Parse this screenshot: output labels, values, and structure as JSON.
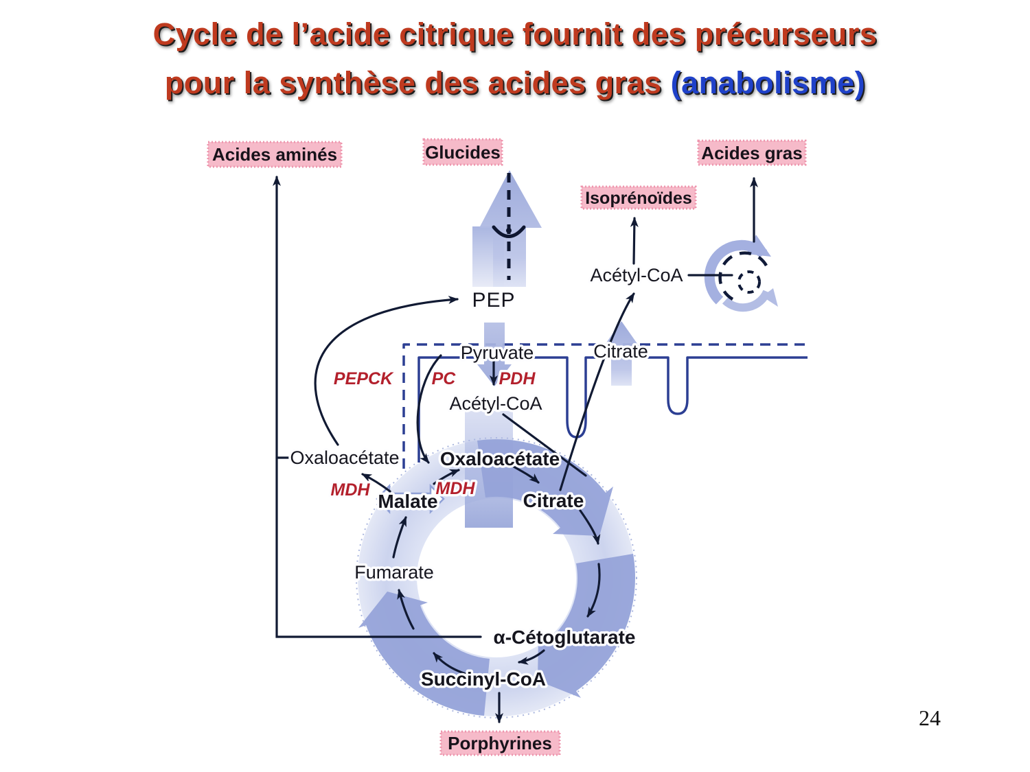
{
  "slide": {
    "title_line1": "Cycle de l’acide citrique fournit des précurseurs",
    "title_line2_main": "pour la synthèse des acides gras ",
    "title_line2_accent": "(anabolisme)",
    "page_number": "24"
  },
  "colors": {
    "title_red": "#bf3a1f",
    "title_blue": "#1f41c9",
    "box_pink": "#f6bac9",
    "box_border_pink": "#ee95ad",
    "block_arrow_blue": "#9fabdc",
    "cycle_ring_blue": "#cbd3ee",
    "membrane_blue": "#2c3f93",
    "thin_line_dark": "#111a33",
    "enzyme_red": "#b3202c"
  },
  "diagram": {
    "boxes": [
      {
        "id": "acides-amines",
        "label": "Acides aminés"
      },
      {
        "id": "glucides",
        "label": "Glucides"
      },
      {
        "id": "acides-gras",
        "label": "Acides gras"
      },
      {
        "id": "isoprenoides",
        "label": "Isoprénoïdes"
      },
      {
        "id": "porphyrines",
        "label": "Porphyrines"
      }
    ],
    "metabolites": [
      {
        "id": "pep",
        "label": "PEP"
      },
      {
        "id": "pyruvate",
        "label": "Pyruvate"
      },
      {
        "id": "acetyl-coa-cytosol",
        "label": "Acétyl-CoA"
      },
      {
        "id": "citrate-cytosol",
        "label": "Citrate"
      },
      {
        "id": "oxaloacetate-cytosol",
        "label": "Oxaloacétate"
      },
      {
        "id": "acetyl-coa-mito",
        "label": "Acétyl-CoA"
      },
      {
        "id": "oxaloacetate-mito",
        "label": "Oxaloacétate"
      },
      {
        "id": "malate",
        "label": "Malate"
      },
      {
        "id": "citrate-mito",
        "label": "Citrate"
      },
      {
        "id": "fumarate",
        "label": "Fumarate"
      },
      {
        "id": "alpha-cetoglutarate",
        "label": "α-Cétoglutarate"
      },
      {
        "id": "succinyl-coa",
        "label": "Succinyl-CoA"
      }
    ],
    "enzymes": [
      {
        "id": "pepck",
        "label": "PEPCK"
      },
      {
        "id": "pc",
        "label": "PC"
      },
      {
        "id": "pdh",
        "label": "PDH"
      },
      {
        "id": "mdh-cytosol",
        "label": "MDH"
      },
      {
        "id": "mdh-mito",
        "label": "MDH"
      }
    ]
  }
}
